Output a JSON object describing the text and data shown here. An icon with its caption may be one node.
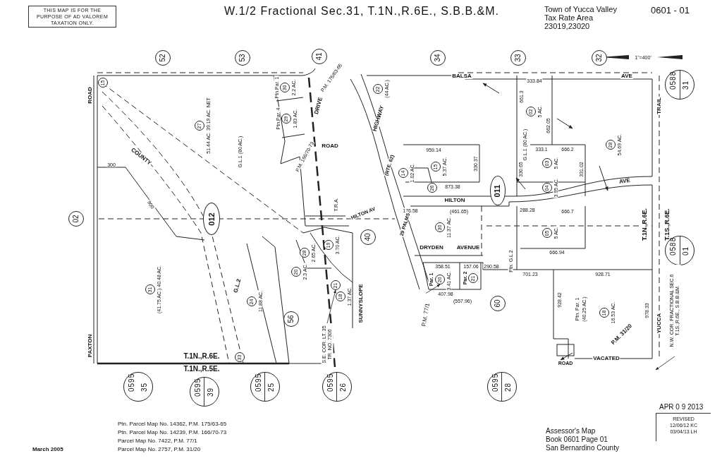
{
  "diagram": {
    "title": "W.1/2 Fractional Sec.31, T.1N.,R.6E., S.B.B.&M.",
    "nodes": [
      {
        "text": [
          "THIS MAP IS FOR THE PURPOSE OF AD VALOREM TAXATION ONLY."
        ]
      },
      {
        "text": [
          "52"
        ]
      },
      {
        "text": [
          "53"
        ]
      },
      {
        "text": [
          "41"
        ]
      },
      {
        "text": [
          "34"
        ]
      },
      {
        "text": [
          "33"
        ]
      },
      {
        "text": [
          "32"
        ]
      },
      {
        "text": [
          "02"
        ]
      },
      {
        "text": [
          "40"
        ]
      },
      {
        "text": [
          "56"
        ]
      },
      {
        "text": [
          "60"
        ]
      },
      {
        "text": [
          "0588",
          "31"
        ]
      },
      {
        "text": [
          "0588",
          "01"
        ]
      },
      {
        "text": [
          "0595",
          "35"
        ]
      },
      {
        "text": [
          "0595",
          "39"
        ]
      },
      {
        "text": [
          "0595",
          "25"
        ]
      },
      {
        "text": [
          "0595",
          "26"
        ]
      },
      {
        "text": [
          "0595",
          "28"
        ]
      },
      {
        "text": [
          "012"
        ]
      },
      {
        "text": [
          "011"
        ]
      },
      {
        "text": [
          "15"
        ]
      },
      {
        "text": [
          "27"
        ],
        "beside": [
          "51.44 AC. 39.19 AC. NET"
        ]
      },
      {
        "text": [
          "30"
        ],
        "beside": [
          "Ptn.Par. 1",
          "2.2 AC."
        ]
      },
      {
        "text": [
          "29"
        ],
        "beside": [
          "Ptn.Par. 4",
          "1.83 AC."
        ]
      },
      {
        "text": [
          "22"
        ],
        "beside": [
          "(44 AC.)"
        ]
      },
      {
        "text": [
          "14"
        ],
        "beside": [
          "1.02 AC."
        ]
      },
      {
        "text": [
          "15"
        ],
        "beside": [
          "5.37 AC."
        ]
      },
      {
        "text": [
          "26"
        ]
      },
      {
        "text": [
          "02"
        ],
        "beside": [
          "5 AC."
        ]
      },
      {
        "text": [
          "03"
        ],
        "beside": [
          "5 AC."
        ]
      },
      {
        "text": [
          "04"
        ],
        "beside": [
          "3.95 AC."
        ]
      },
      {
        "text": [
          "28"
        ],
        "beside": [
          "54.69 AC."
        ]
      },
      {
        "text": [
          "30"
        ],
        "beside": [
          "11.37 AC."
        ]
      },
      {
        "text": [
          "05"
        ],
        "beside": [
          "5 AC."
        ]
      },
      {
        "text": [
          "20"
        ],
        "beside": [
          "Par. 1",
          "3.41 AC."
        ]
      },
      {
        "text": [
          "21"
        ],
        "beside": [
          "Par. 2"
        ]
      },
      {
        "text": [
          "18"
        ],
        "beside": [
          "Ptn. Par. 1",
          "(40.25 AC.)",
          "16.53 AC."
        ]
      },
      {
        "text": [
          "31"
        ],
        "beside": [
          "(41.75 AC.) 40.48 AC."
        ]
      },
      {
        "text": [
          "24"
        ],
        "beside": [
          "11.88 AC."
        ]
      },
      {
        "text": [
          "28"
        ],
        "beside": [
          "2.65 AC."
        ]
      },
      {
        "text": [
          "20"
        ],
        "beside": [
          "2.3 AC."
        ]
      },
      {
        "text": [
          "19"
        ],
        "beside": [
          "3.70 AC."
        ]
      },
      {
        "text": [
          "21"
        ]
      },
      {
        "text": [
          "18"
        ],
        "beside": [
          "1.37 AC."
        ]
      },
      {
        "text": [
          "33"
        ]
      },
      {
        "text": [
          "S.E. COR. LT. 35 TR. NO. 7306"
        ]
      },
      {
        "text": [
          "P.M. 77/1"
        ]
      },
      {
        "text": [
          "N.W. COR. FRACTIONAL SEC.6 T.1S.,R.6E., S.B.B.&M."
        ]
      },
      {
        "text": [
          "REVISED",
          "12/06/12 KC",
          "03/04/13 LH"
        ]
      }
    ],
    "edges": [
      {
        "from": 45,
        "to": 42,
        "arrow": "to"
      },
      {
        "from": 46,
        "to": 34,
        "arrow": "to"
      },
      {
        "from": 47,
        "to": null,
        "arrow": "to"
      }
    ],
    "labels": [
      "Town of Yucca Valley",
      "Tax Rate Area",
      "23019,23020",
      "0601 - 01",
      "1\"=400'",
      "ROAD",
      "COUNTY",
      "PAXTON",
      "G.L.1 (80 AC.)",
      "P.M. 175/63-65",
      "DRIVE",
      "P.M. 166/70-73",
      "ROAD",
      "T.R.A.",
      "HIGHWAY",
      "(RTE. 62)",
      "BALSA",
      "AVE",
      "TRAIL",
      "G.L.1 (80 AC.)",
      "959.14",
      "330.37",
      "333.84",
      "661.3",
      "662.05",
      "333.1",
      "666.2",
      "330.65",
      "331.02",
      "873.38",
      "AVE",
      "HILTON",
      "176.58",
      "(461.65)",
      "288.28",
      "HILTON AV",
      "29 PALMS",
      "666.7",
      "DRYDEN",
      "AVENUE",
      "666.94",
      "358.51",
      "157.06",
      "Ptn. G.L.2",
      "290.58",
      "701.23",
      "928.71",
      "407.98",
      "(557.96)",
      "928.42",
      "T.1N.,R.6E.",
      "T.1S.,R.6E.",
      "978.33",
      "P.M. 31/20",
      "YUCCA",
      "ROAD",
      "VACATED",
      "300",
      "900",
      "G.L.2",
      "SUNNYSLOPE",
      "T.1N.,R.6E.",
      "T.1N.,R.5E.",
      "APR 0 9 2013",
      "Ptn. Parcel Map No. 14362, P.M. 175/63-65",
      "Ptn. Parcel Map No. 14239, P.M. 166/70-73",
      "Assessor's Map",
      "Parcel Map No. 7422, P.M. 77/1",
      "Book 0601 Page 01",
      "March 2005",
      "Parcel Map No. 2757, P.M. 31/20",
      "San Bernardino County"
    ]
  }
}
